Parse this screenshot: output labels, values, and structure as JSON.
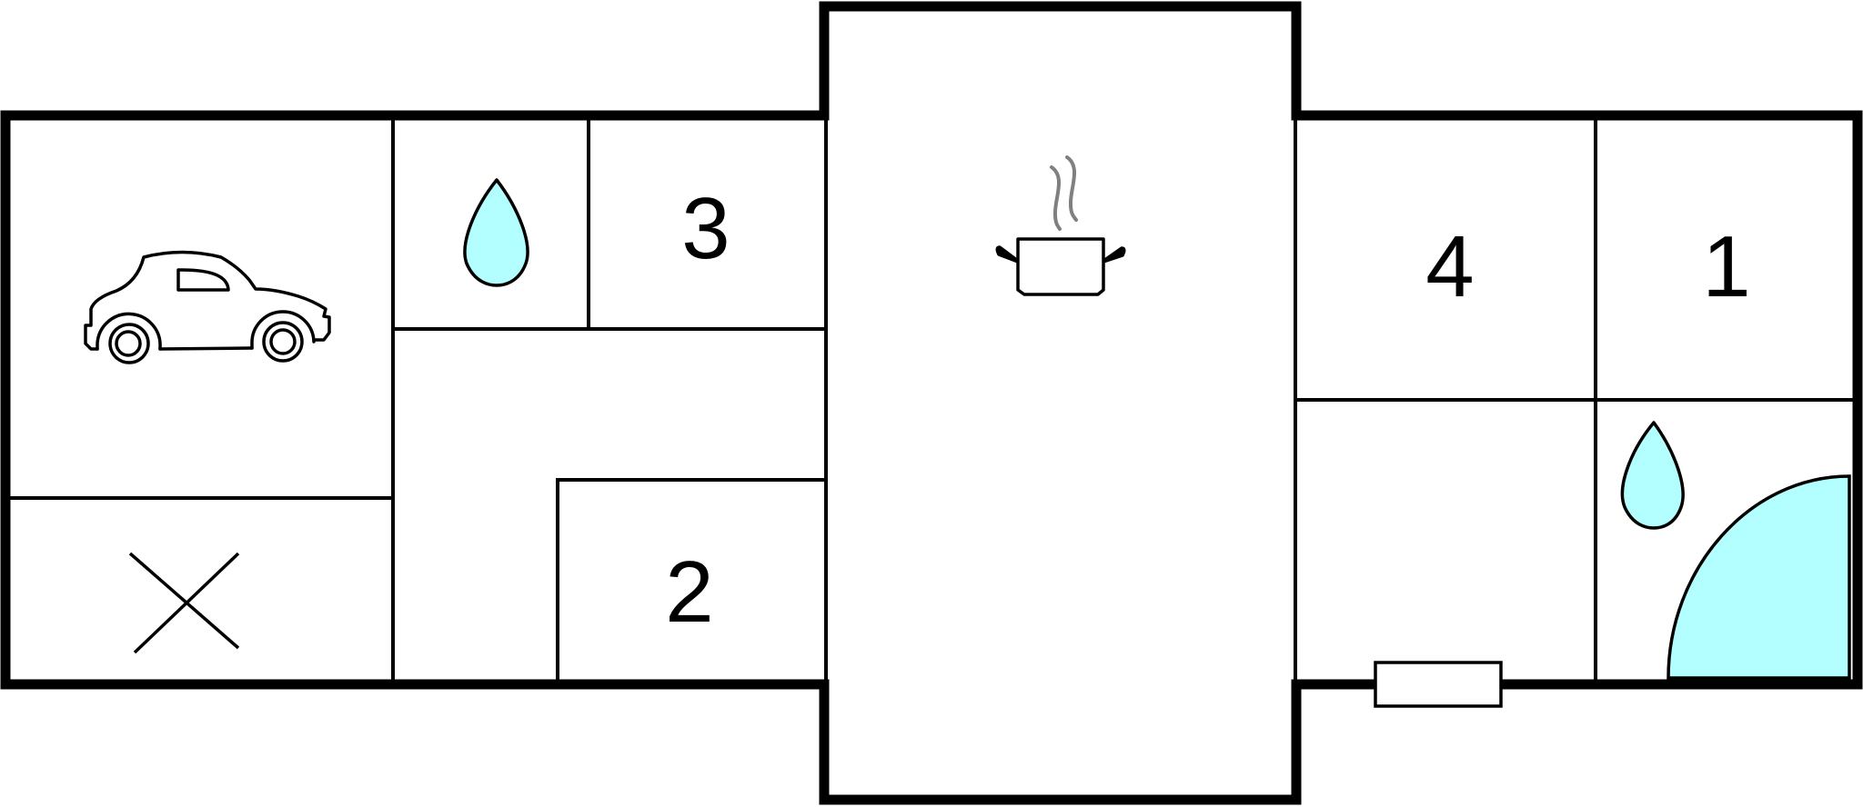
{
  "floor_plan": {
    "rooms": [
      {
        "id": "garage",
        "label": "",
        "icon": "car-icon"
      },
      {
        "id": "storage",
        "label": "",
        "icon": "cross-mark-icon"
      },
      {
        "id": "bathroom-small",
        "label": "",
        "icon": "water-drop-icon"
      },
      {
        "id": "bedroom-3",
        "label": "3"
      },
      {
        "id": "hallway",
        "label": ""
      },
      {
        "id": "bedroom-2",
        "label": "2"
      },
      {
        "id": "kitchen-living",
        "label": "",
        "icon": "cooking-pot-icon"
      },
      {
        "id": "bedroom-4",
        "label": "4"
      },
      {
        "id": "bedroom-1",
        "label": "1"
      },
      {
        "id": "lower-hall",
        "label": ""
      },
      {
        "id": "bathroom-shower",
        "label": "",
        "icon": "water-drop-icon",
        "fixture": "shower-icon"
      }
    ],
    "colors": {
      "walls": "#000000",
      "water": "#b3ffff",
      "steam": "#808080",
      "background": "#ffffff"
    }
  }
}
